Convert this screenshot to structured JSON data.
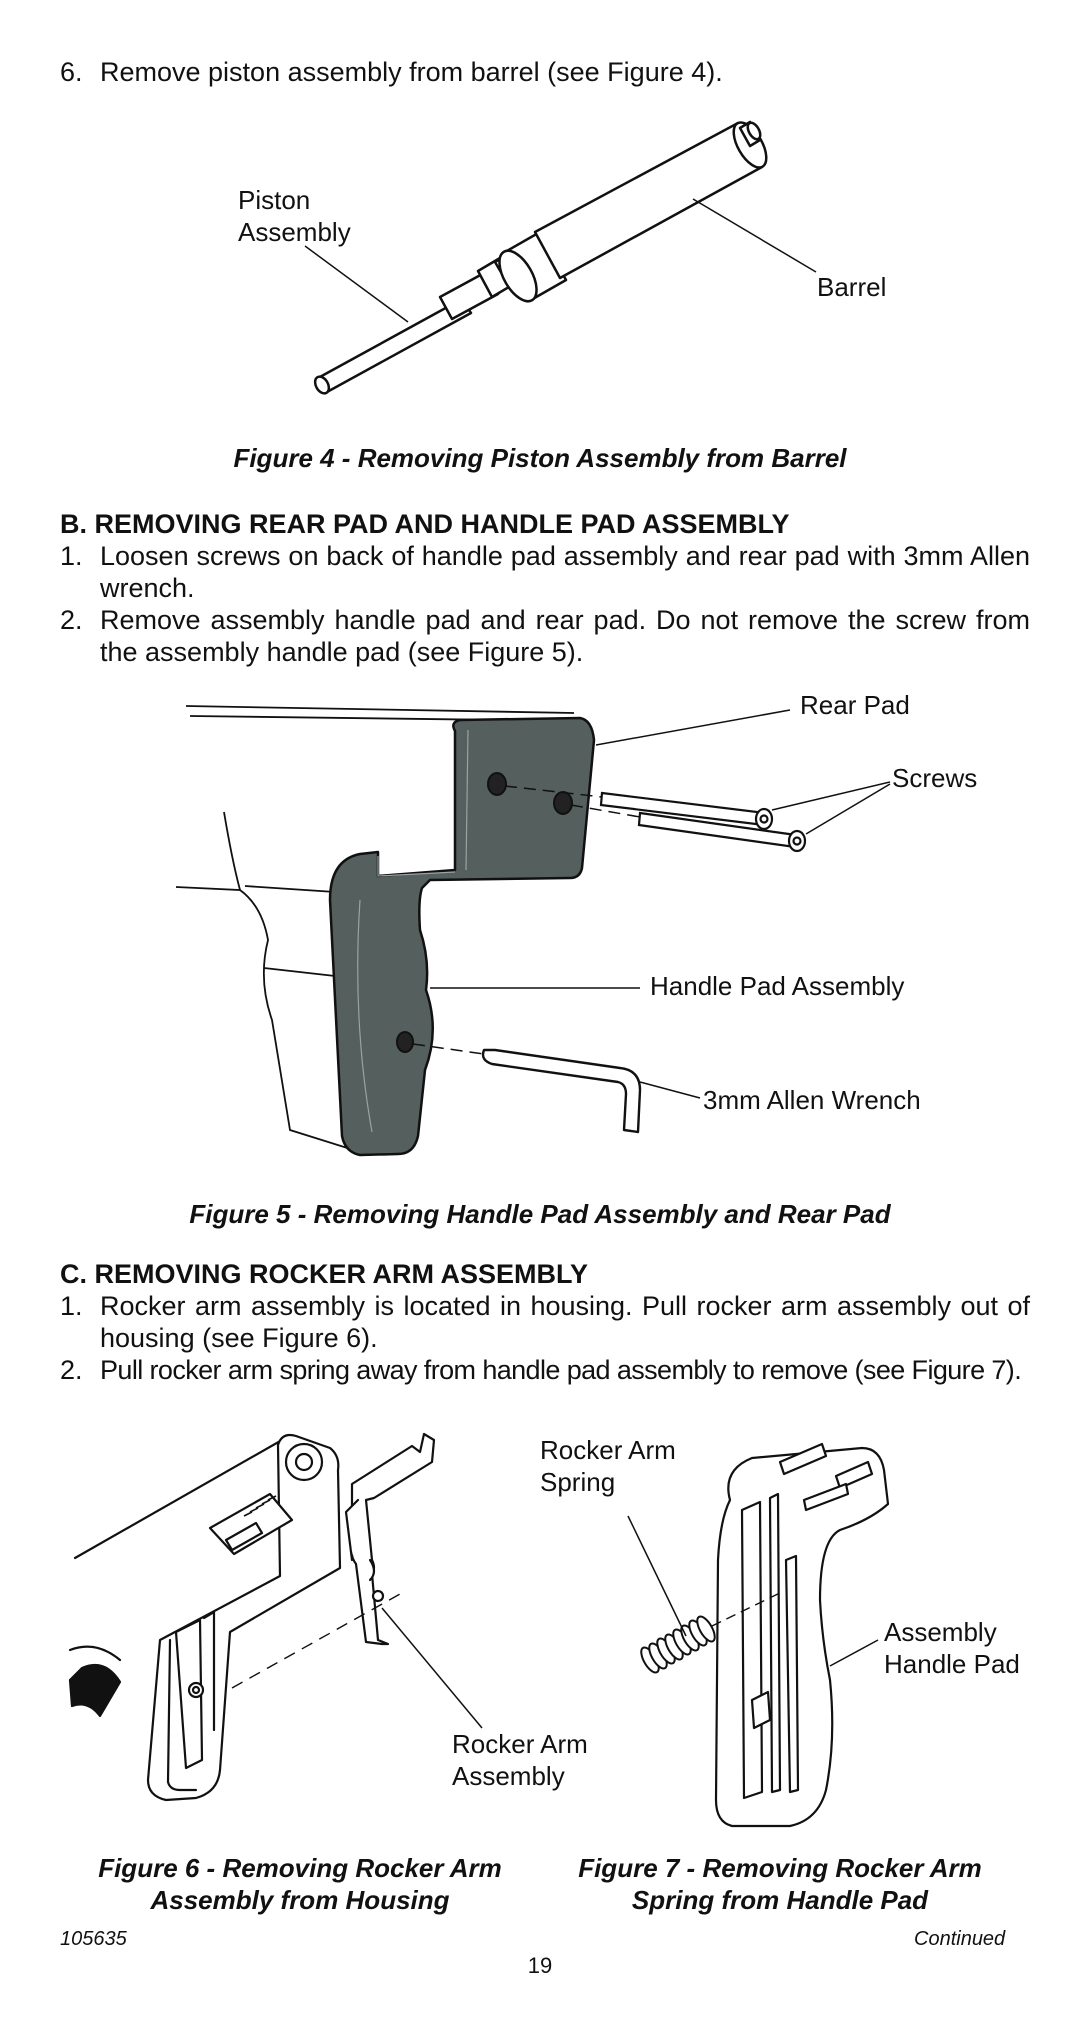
{
  "step6": {
    "num": "6.",
    "text": "Remove piston assembly from barrel (see Figure 4)."
  },
  "figure4": {
    "label_piston": [
      "Piston",
      "Assembly"
    ],
    "label_barrel": "Barrel",
    "caption": "Figure 4 - Removing Piston Assembly from Barrel"
  },
  "sectionB": {
    "heading": "B. REMOVING REAR PAD AND HANDLE PAD ASSEMBLY",
    "steps": [
      {
        "num": "1.",
        "text": "Loosen screws on back of handle pad assembly and rear pad with 3mm Allen wrench."
      },
      {
        "num": "2.",
        "text": "Remove assembly handle pad and rear pad. Do not remove the screw from the assembly handle pad (see Figure 5)."
      }
    ]
  },
  "figure5": {
    "label_rear_pad": "Rear Pad",
    "label_screws": "Screws",
    "label_handle_pad": "Handle Pad Assembly",
    "label_wrench": "3mm Allen Wrench",
    "caption": "Figure 5 - Removing Handle Pad Assembly and Rear Pad"
  },
  "sectionC": {
    "heading": "C. REMOVING ROCKER ARM ASSEMBLY",
    "steps": [
      {
        "num": "1.",
        "text": "Rocker arm assembly is located in housing. Pull rocker arm assembly out of housing (see Figure 6)."
      },
      {
        "num": "2.",
        "text": "Pull rocker arm spring away from handle pad assembly to remove (see Figure 7)."
      }
    ]
  },
  "figure6": {
    "label_rocker_arm": [
      "Rocker Arm",
      "Assembly"
    ],
    "caption": [
      "Figure 6 - Removing Rocker Arm",
      "Assembly from Housing"
    ]
  },
  "figure7": {
    "label_spring": [
      "Rocker Arm",
      "Spring"
    ],
    "label_handle_pad": [
      "Assembly",
      "Handle Pad"
    ],
    "caption": [
      "Figure 7 - Removing Rocker Arm",
      "Spring from Handle Pad"
    ]
  },
  "footer": {
    "doc_number": "105635",
    "continued": "Continued",
    "page_number": "19"
  }
}
